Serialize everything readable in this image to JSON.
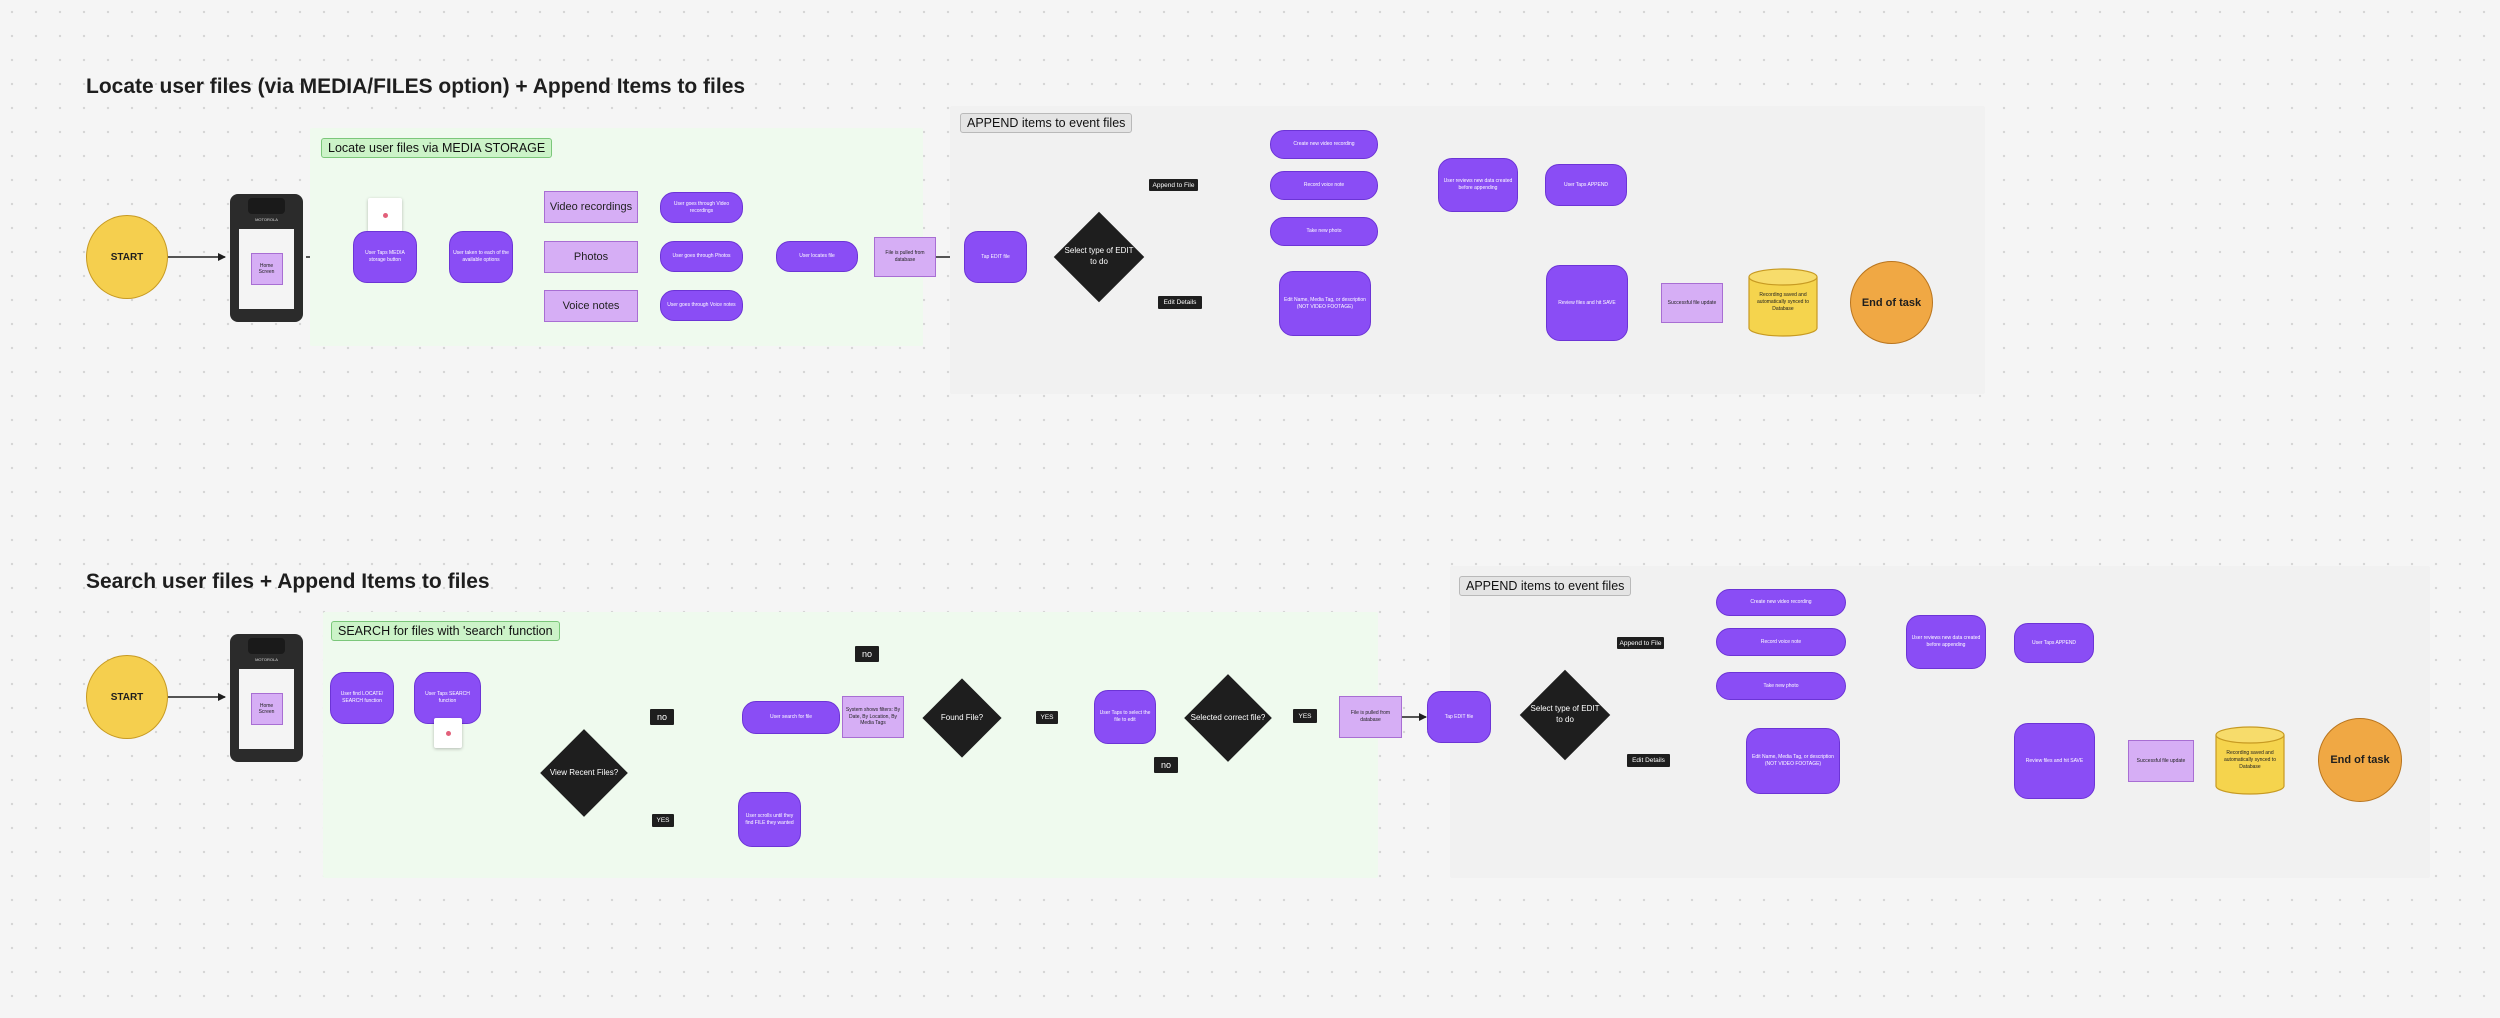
{
  "flow1": {
    "title": "Locate user files (via MEDIA/FILES option) + Append Items to files",
    "section_media": "Locate user files via MEDIA STORAGE",
    "section_append": "APPEND items to event files",
    "start": "START",
    "device_label": "MOTOROLA",
    "device_screen": "Home Screen",
    "tap_media": "User Taps MEDIA storage button",
    "taken_to": "User taken to each of the available options",
    "video_recordings": "Video recordings",
    "photos": "Photos",
    "voice_notes": "Voice notes",
    "goes_video": "User goes through Video recordings",
    "goes_photos": "User goes through Photos",
    "goes_voice": "User goes through Voice notes",
    "locates_file": "User locates file",
    "file_pulled": "File is pulled from database",
    "tap_edit": "Tap EDIT file",
    "select_edit": "Select type of EDIT to do",
    "append_to_file": "Append to File",
    "edit_details": "Edit Details",
    "create_video": "Create new video recording",
    "record_voice": "Record voice note",
    "take_photo": "Take new photo",
    "reviews_new": "User reviews new data created before appending",
    "taps_append": "User Taps APPEND",
    "edit_name": "Edit Name, Media Tag, or description (NOT VIDEO FOOTAGE)",
    "review_hit": "Review files and hit SAVE",
    "successful": "Successful file update",
    "recording_saved": "Recording saved and automatically synced to Database",
    "end": "End of task"
  },
  "flow2": {
    "title": "Search user files + Append Items to files",
    "section_search": "SEARCH for files with 'search' function",
    "section_append": "APPEND items to event files",
    "start": "START",
    "device_label": "MOTOROLA",
    "device_screen": "Home Screen",
    "find_locate": "User find LOCATE/ SEARCH function",
    "taps_search": "User Taps SEARCH function",
    "view_recent": "View Recent Files?",
    "no": "no",
    "yes": "YES",
    "search_for_file": "User search for file",
    "system_shows": "System shows filters: By Date, By Location, By Media Tags",
    "found_file": "Found File?",
    "taps_select": "User Taps to select the file to edit",
    "selected_correct": "Selected correct file?",
    "scrolls_until": "User scrolls until they find FILE they wanted",
    "file_pulled": "File is pulled from database",
    "tap_edit": "Tap EDIT file",
    "select_edit": "Select type of EDIT to do",
    "append_to_file": "Append to File",
    "edit_details": "Edit Details",
    "create_video": "Create new video recording",
    "record_voice": "Record voice note",
    "take_photo": "Take new photo",
    "reviews_new": "User reviews new data created before appending",
    "taps_append": "User Taps APPEND",
    "edit_name": "Edit Name, Media Tag, or description (NOT VIDEO FOOTAGE)",
    "review_hit": "Review files and hit SAVE",
    "successful": "Successful file update",
    "recording_saved": "Recording saved and automatically synced to Database",
    "end": "End of task"
  }
}
